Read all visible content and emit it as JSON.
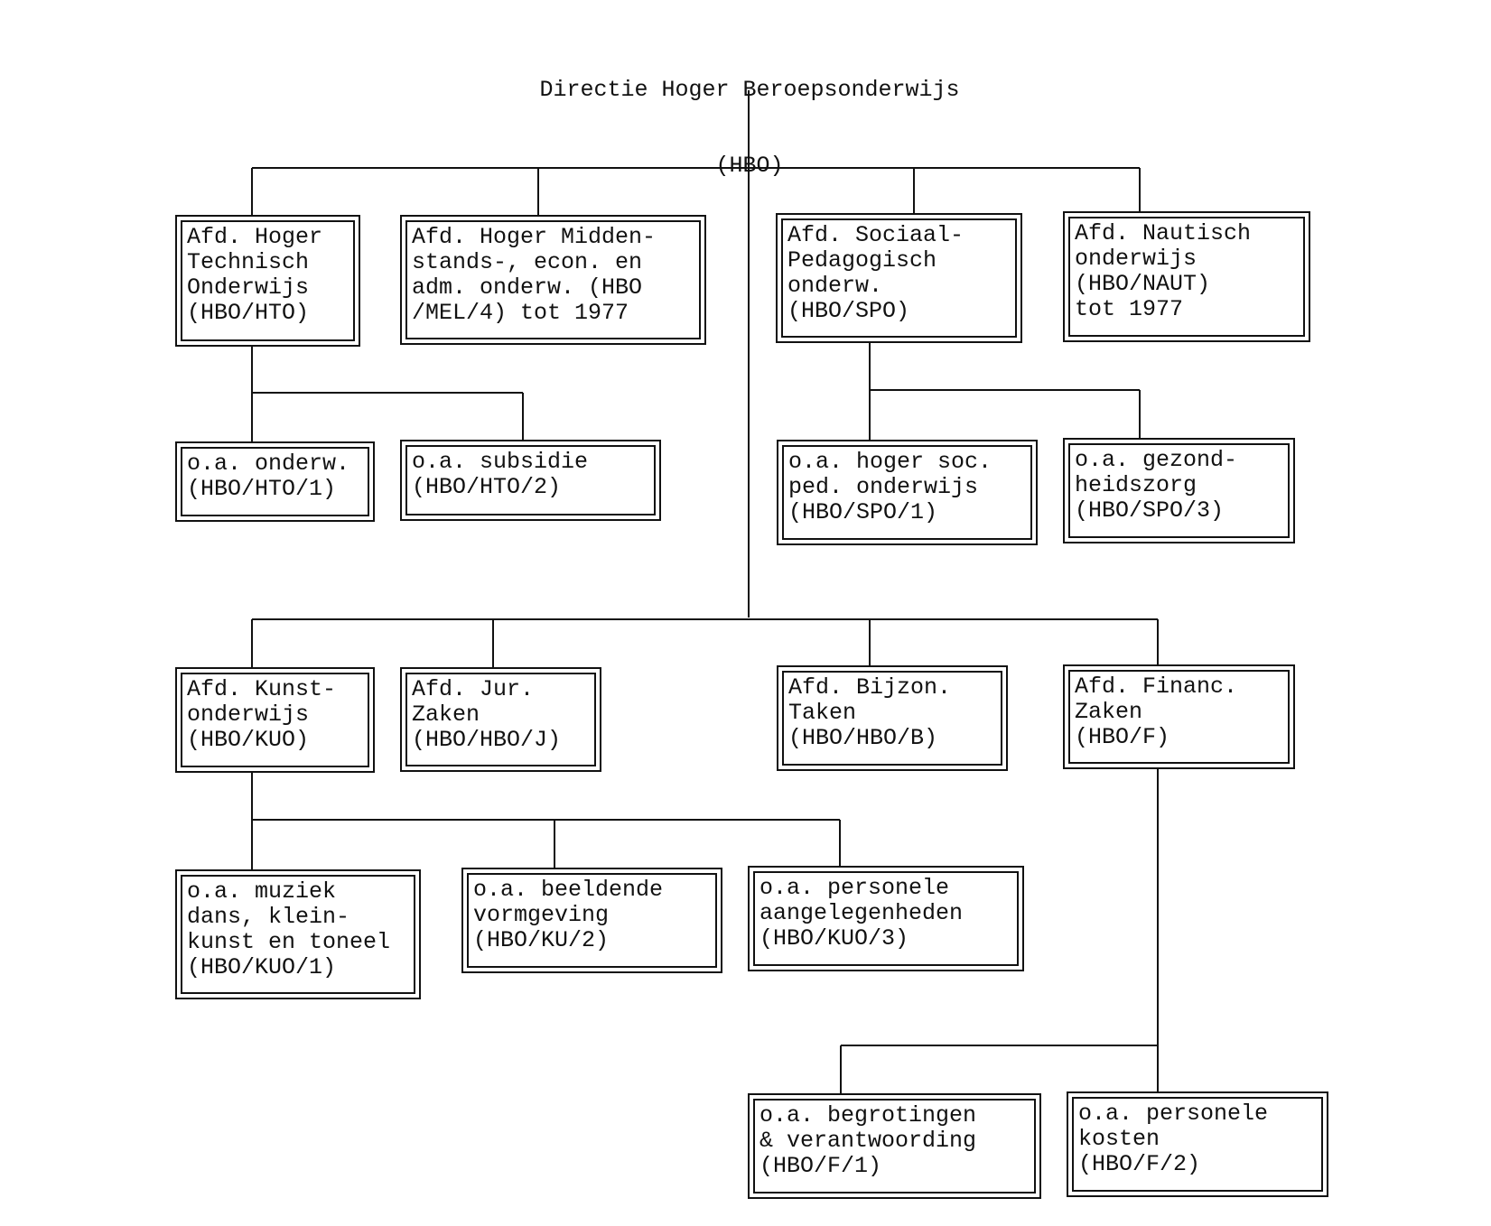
{
  "title": {
    "line1": "Directie Hoger Beroepsonderwijs",
    "line2": "(HBO)"
  },
  "nodes": {
    "hto": [
      "Afd. Hoger",
      "Technisch",
      "Onderwijs",
      "(HBO/HTO)"
    ],
    "mel": [
      "Afd. Hoger Midden-",
      "stands-, econ. en",
      "adm. onderw. (HBO",
      "/MEL/4) tot 1977"
    ],
    "spo": [
      "Afd. Sociaal-",
      "Pedagogisch",
      "onderw.",
      "(HBO/SPO)"
    ],
    "naut": [
      "Afd. Nautisch",
      "onderwijs",
      "(HBO/NAUT)",
      "tot 1977"
    ],
    "hto1": [
      "o.a. onderw.",
      "(HBO/HTO/1)"
    ],
    "hto2": [
      "o.a. subsidie",
      "(HBO/HTO/2)"
    ],
    "spo1": [
      "o.a. hoger soc.",
      "ped. onderwijs",
      "(HBO/SPO/1)"
    ],
    "spo3": [
      "o.a. gezond-",
      "heidszorg",
      "(HBO/SPO/3)"
    ],
    "kuo": [
      "Afd. Kunst-",
      "onderwijs",
      "(HBO/KUO)"
    ],
    "jur": [
      "Afd. Jur.",
      "Zaken",
      "(HBO/HBO/J)"
    ],
    "bijz": [
      "Afd. Bijzon.",
      "Taken",
      "(HBO/HBO/B)"
    ],
    "fin": [
      "Afd. Financ.",
      "Zaken",
      "(HBO/F)"
    ],
    "kuo1": [
      "o.a. muziek",
      "dans, klein-",
      "kunst en toneel",
      "(HBO/KUO/1)"
    ],
    "ku2": [
      "o.a. beeldende",
      "vormgeving",
      "(HBO/KU/2)"
    ],
    "kuo3": [
      "o.a. personele",
      "aangelegenheden",
      "(HBO/KUO/3)"
    ],
    "f1": [
      "o.a. begrotingen",
      "& verantwoording",
      "(HBO/F/1)"
    ],
    "f2": [
      "o.a. personele",
      "kosten",
      "(HBO/F/2)"
    ]
  }
}
